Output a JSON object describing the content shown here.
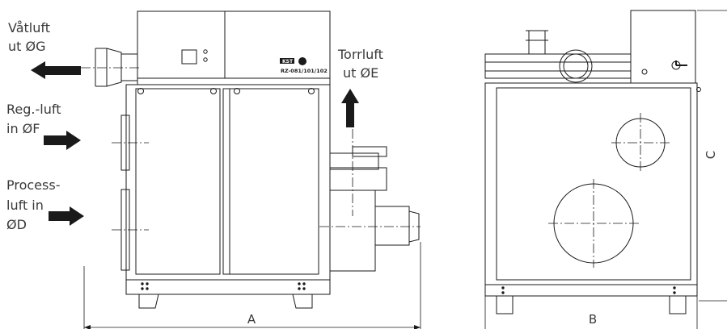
{
  "labels": {
    "wet_air": [
      "Våtluft",
      "ut ØG"
    ],
    "reg_air": [
      "Reg.-luft",
      "in ØF"
    ],
    "process_air": [
      "Process-",
      "luft in",
      "ØD"
    ],
    "dry_air": [
      "Torrluft",
      "ut ØE"
    ]
  },
  "model_plate": {
    "brand": "KST",
    "model": "RZ-081/101/102"
  },
  "dimensions": {
    "a": "A",
    "b": "B",
    "c": "C"
  },
  "colors": {
    "line": "#1a1a1a",
    "text": "#3a3a3a",
    "background": "#ffffff"
  }
}
